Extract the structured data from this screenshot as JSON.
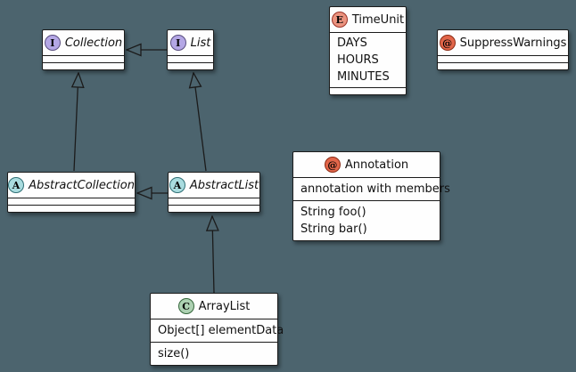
{
  "diagram": {
    "background_color": "#4C646E",
    "box_fill_color": "#FEFEFE",
    "box_border_color": "#1B1B1B",
    "edge_color": "#1B1B1B"
  },
  "spots": {
    "class": {
      "letter": "C",
      "fill": "#ADD1B2",
      "border": "#33663A"
    },
    "interface": {
      "letter": "I",
      "fill": "#B4A7E5",
      "border": "#584D7E"
    },
    "abstract": {
      "letter": "A",
      "fill": "#A9DCDF",
      "border": "#2F6F75"
    },
    "enum": {
      "letter": "E",
      "fill": "#EB937F",
      "border": "#9B3226"
    },
    "annotation": {
      "letter": "@",
      "fill": "#E2664A",
      "border": "#8C2B14"
    }
  },
  "classes": [
    {
      "name": "Collection",
      "kind": "interface"
    },
    {
      "name": "List",
      "kind": "interface"
    },
    {
      "name": "TimeUnit",
      "kind": "enum",
      "values": [
        "DAYS",
        "HOURS",
        "MINUTES"
      ]
    },
    {
      "name": "SuppressWarnings",
      "kind": "annotation"
    },
    {
      "name": "AbstractCollection",
      "kind": "abstract"
    },
    {
      "name": "AbstractList",
      "kind": "abstract"
    },
    {
      "name": "Annotation",
      "kind": "annotation",
      "fields": [
        "annotation with members"
      ],
      "methods": [
        "String foo()",
        "String bar()"
      ]
    },
    {
      "name": "ArrayList",
      "kind": "class",
      "fields": [
        "Object[] elementData"
      ],
      "methods": [
        "size()"
      ]
    }
  ],
  "relations": [
    {
      "from": "List",
      "to": "Collection",
      "type": "extends"
    },
    {
      "from": "AbstractCollection",
      "to": "Collection",
      "type": "implements"
    },
    {
      "from": "AbstractList",
      "to": "List",
      "type": "implements"
    },
    {
      "from": "AbstractList",
      "to": "AbstractCollection",
      "type": "extends"
    },
    {
      "from": "ArrayList",
      "to": "AbstractList",
      "type": "extends"
    }
  ]
}
